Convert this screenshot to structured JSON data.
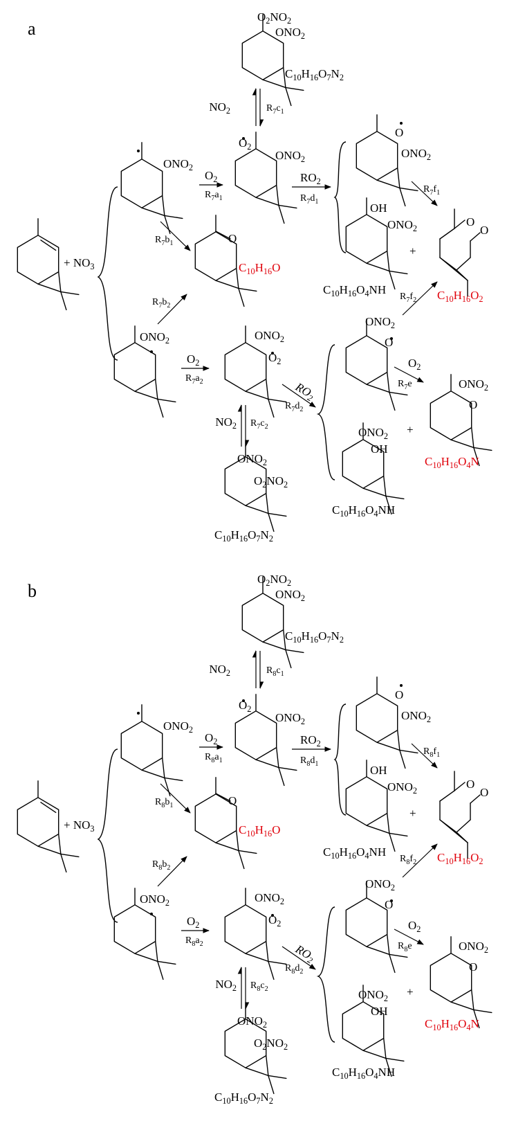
{
  "panels": [
    {
      "label": "a",
      "reactant_plus": "+ NO3",
      "ro2_label": "RO2",
      "labels": {
        "p1": "C10H16O7N2",
        "epoxide": "C10H16O",
        "hydroxy1": "C10H16O4NH",
        "keto": "C10H16O2",
        "hydroxy2": "C10H16O4NH",
        "ketonitrate": "C10H16O4N",
        "p2": "C10H16O7N2"
      },
      "groups": {
        "o2no2": "O2NO2",
        "ono2": "ONO2",
        "o_radical": "O",
        "o2_radical": "O2",
        "oh": "OH",
        "o": "O"
      },
      "conditions": {
        "c1_left": "NO2",
        "c1_right": "R7c1",
        "a1_top": "O2",
        "a1_bottom": "R7a1",
        "d1_top": "RO2",
        "d1_bottom": "R7d1",
        "b1": "R7b1",
        "b2": "R7b2",
        "f1": "R7f1",
        "f2": "R7f2",
        "a2_top": "O2",
        "a2_bottom": "R7a2",
        "d2_top": "RO2",
        "d2_bottom": "R7d2",
        "e_top": "O2",
        "e_bottom": "R7e",
        "c2_left": "NO2",
        "c2_right": "R7c2"
      },
      "plus": "+"
    },
    {
      "label": "b",
      "reactant_plus": "+ NO3",
      "ro2_label": "RO2",
      "labels": {
        "p1": "C10H16O7N2",
        "epoxide": "C10H16O",
        "hydroxy1": "C10H16O4NH",
        "keto": "C10H16O2",
        "hydroxy2": "C10H16O4NH",
        "ketonitrate": "C10H16O4N",
        "p2": "C10H16O7N2"
      },
      "groups": {
        "o2no2": "O2NO2",
        "ono2": "ONO2",
        "o_radical": "O",
        "o2_radical": "O2",
        "oh": "OH",
        "o": "O"
      },
      "conditions": {
        "c1_left": "NO2",
        "c1_right": "R8c1",
        "a1_top": "O2",
        "a1_bottom": "R8a1",
        "d1_top": "RO2",
        "d1_bottom": "R8d1",
        "b1": "R8b1",
        "b2": "R8b2",
        "f1": "R8f1",
        "f2": "R8f2",
        "a2_top": "O2",
        "a2_bottom": "R8a2",
        "d2_top": "RO2",
        "d2_bottom": "R8d2",
        "e_top": "O2",
        "e_bottom": "R8e",
        "c2_left": "NO2",
        "c2_right": "R8c2"
      },
      "plus": "+"
    }
  ],
  "colors": {
    "highlight": "#e0000a",
    "ink": "#000000"
  }
}
